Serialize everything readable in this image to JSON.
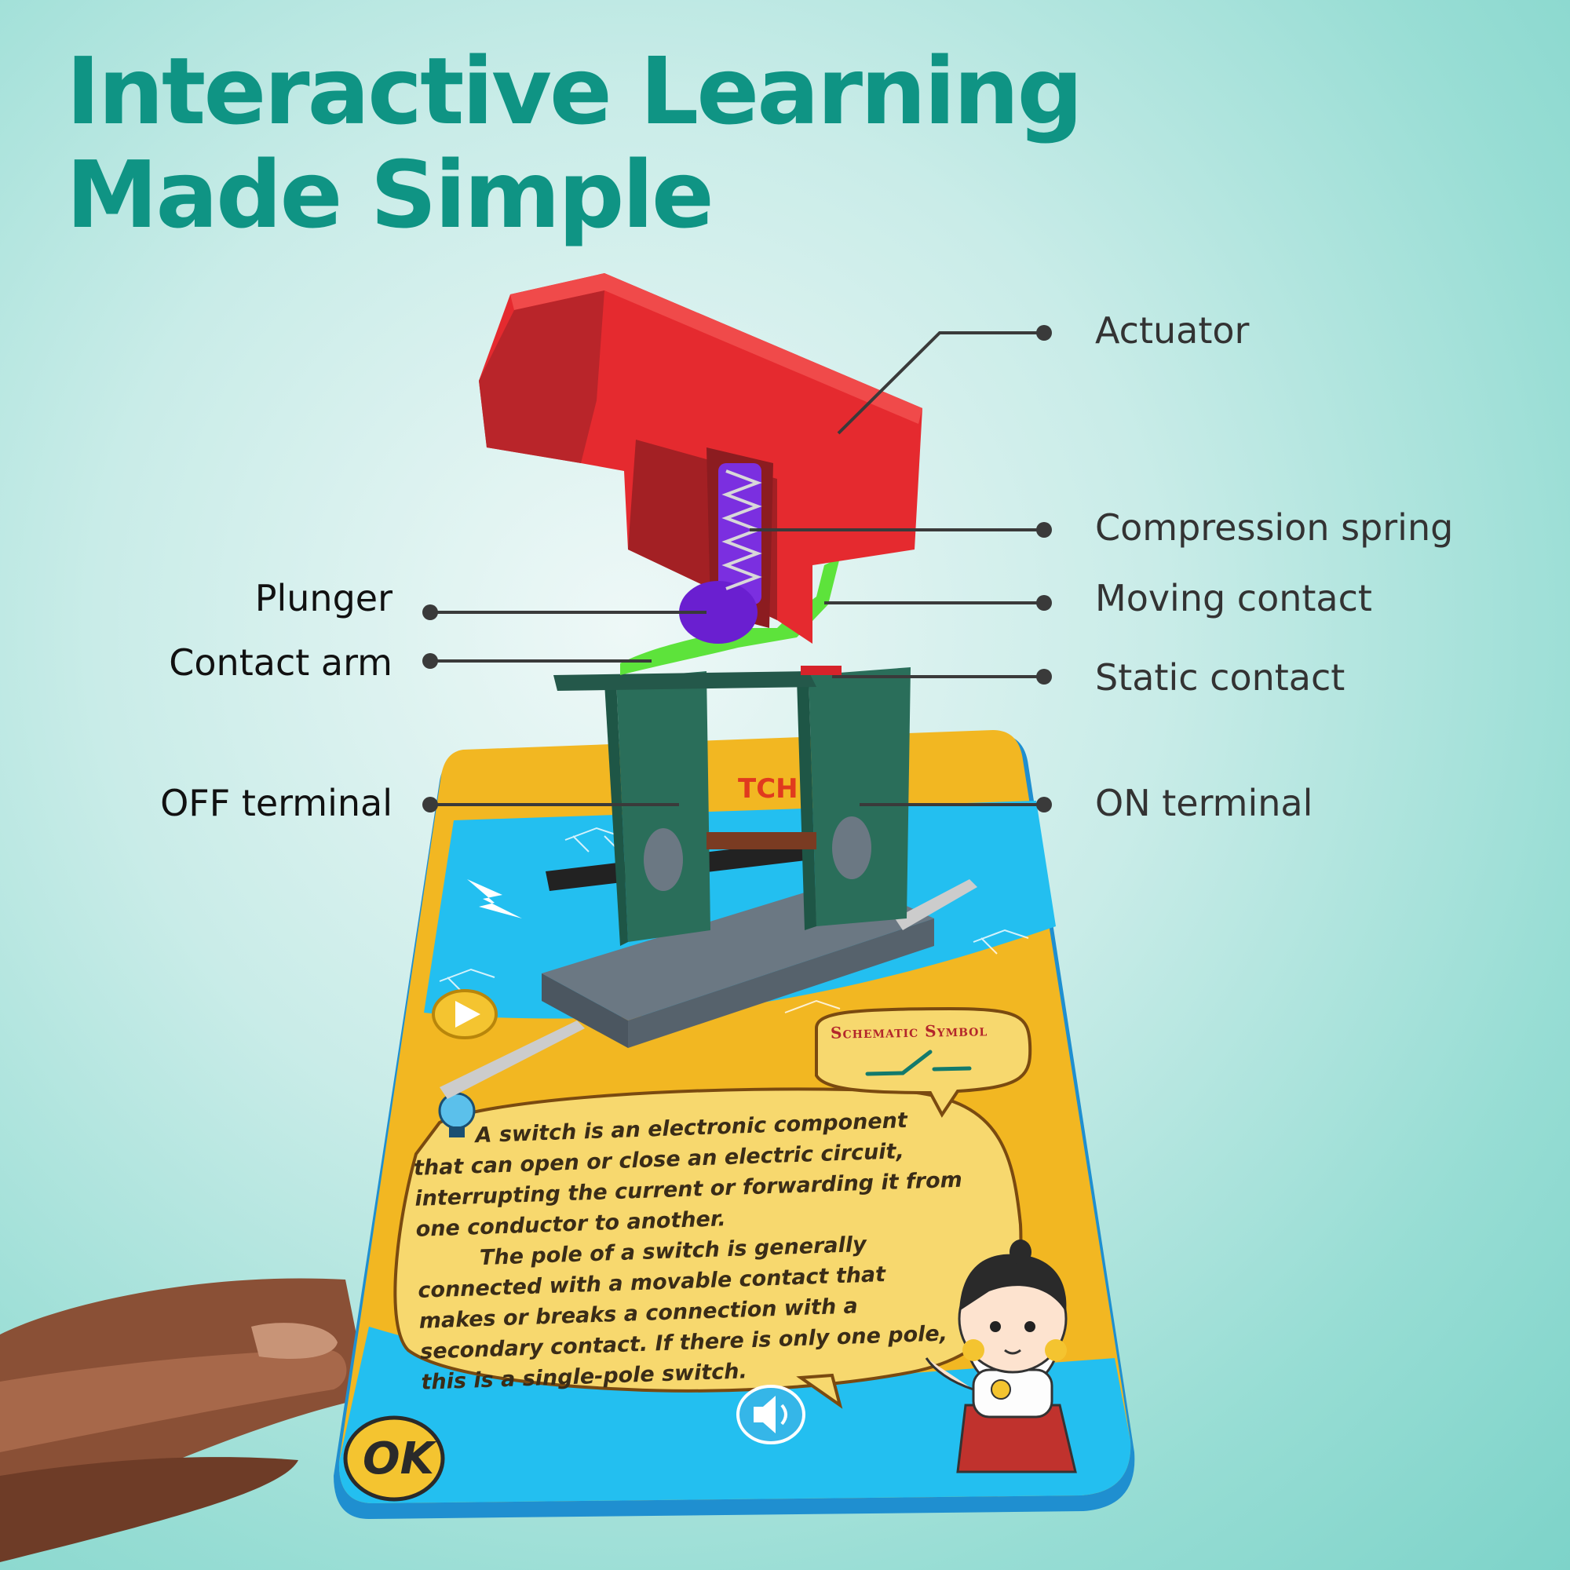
{
  "header": {
    "title_line1": "Interactive Learning",
    "title_line2": "Made Simple"
  },
  "labels": {
    "actuator": "Actuator",
    "compression_spring": "Compression spring",
    "moving_contact": "Moving contact",
    "static_contact": "Static contact",
    "on_terminal": "ON terminal",
    "plunger": "Plunger",
    "contact_arm": "Contact arm",
    "off_terminal": "OFF terminal"
  },
  "card": {
    "heading_fragment": "TCH",
    "schematic_title": "Schematic Symbol",
    "paragraph1": "A switch is an electronic component that can open or close an electric circuit, interrupting the current or forwarding it from one conductor to another.",
    "paragraph2": "The pole of a switch is generally connected with a movable contact that makes or breaks a connection with a secondary contact. If there is only one pole, this is a single-pole switch.",
    "ok_label": "OK",
    "play_icon": "play-icon",
    "speaker_icon": "speaker-icon",
    "bulb_icon": "lightbulb-icon"
  },
  "colors": {
    "title": "#0f9484",
    "actuator": "#e52a2f",
    "terminal": "#2a6e5a",
    "card_yellow": "#f2b722",
    "card_blue": "#23bff0"
  }
}
